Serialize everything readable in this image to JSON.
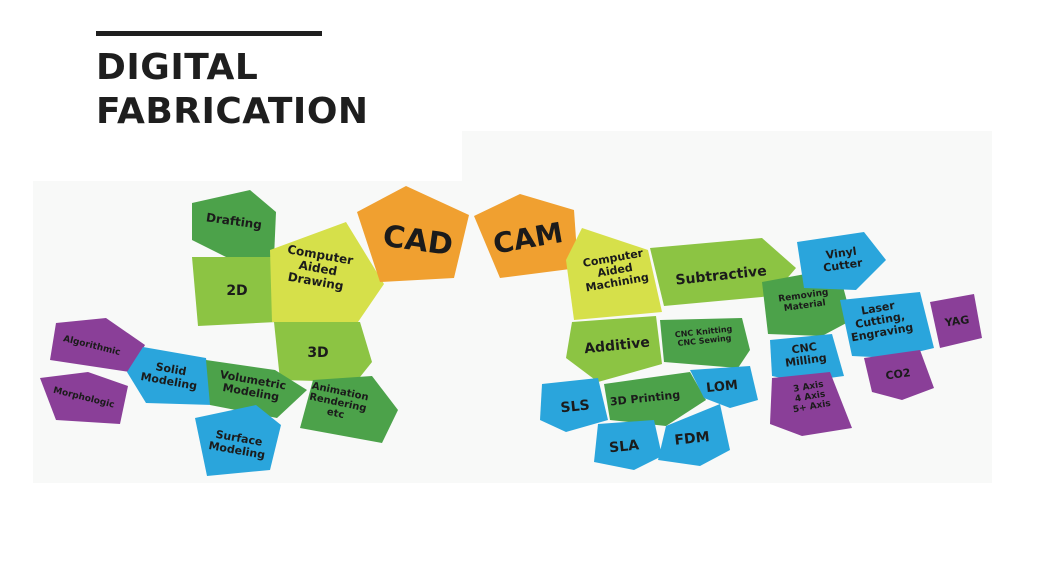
{
  "title": {
    "line1": "DIGITAL",
    "line2": "FABRICATION"
  },
  "colors": {
    "orange": "#f0a030",
    "yellow": "#d6e04a",
    "green": "#8cc443",
    "dark_green": "#4ca24a",
    "blue": "#2aa5dc",
    "purple": "#8a3f98"
  },
  "nodes": {
    "cad": "CAD",
    "cam": "CAM",
    "drafting": "Drafting",
    "computer_aided_drawing": [
      "Computer",
      "Aided",
      "Drawing"
    ],
    "two_d": "2D",
    "three_d": "3D",
    "algorithmic": "Algorithmic",
    "morphologic": "Morphologic",
    "solid_modeling": [
      "Solid",
      "Modeling"
    ],
    "volumetric_modeling": [
      "Volumetric",
      "Modeling"
    ],
    "surface_modeling": [
      "Surface",
      "Modeling"
    ],
    "animation_rendering": [
      "Animation",
      "Rendering",
      "etc"
    ],
    "computer_aided_machining": [
      "Computer",
      "Aided",
      "Machining"
    ],
    "subtractive": "Subtractive",
    "additive": "Additive",
    "cnc_knitting_sewing": [
      "CNC Knitting",
      "CNC Sewing"
    ],
    "removing_material": [
      "Removing",
      "Material"
    ],
    "vinyl_cutter": [
      "Vinyl",
      "Cutter"
    ],
    "laser_cutting": [
      "Laser",
      "Cutting,",
      "Engraving"
    ],
    "yag": "YAG",
    "co2": "CO2",
    "cnc_milling": [
      "CNC",
      "Milling"
    ],
    "axis": [
      "3 Axis",
      "4 Axis",
      "5+ Axis"
    ],
    "three_d_printing": "3D Printing",
    "lom": "LOM",
    "sls": "SLS",
    "sla": "SLA",
    "fdm": "FDM"
  }
}
